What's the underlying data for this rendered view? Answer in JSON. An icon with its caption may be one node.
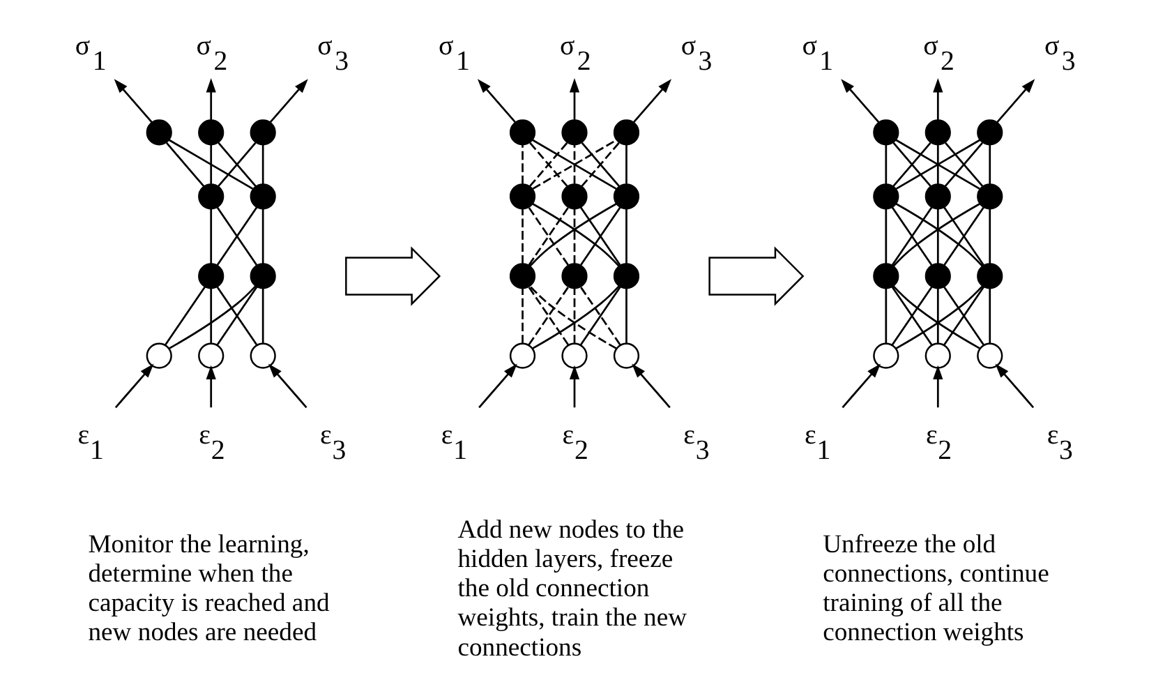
{
  "diagram": {
    "nodes": [
      {
        "text": [
          "σ$_{1}$"
        ]
      },
      {
        "text": [
          "σ$_{2}$"
        ]
      },
      {
        "text": [
          "σ$_{3}$"
        ]
      },
      {
        "text": [],
        "shape": "circle"
      },
      {
        "text": [],
        "shape": "circle"
      },
      {
        "text": [],
        "shape": "circle"
      },
      {
        "text": [],
        "shape": "circle"
      },
      {
        "text": [],
        "shape": "circle"
      },
      {
        "text": [],
        "shape": "circle"
      },
      {
        "text": [],
        "shape": "circle"
      },
      {
        "text": [],
        "shape": "circle"
      },
      {
        "text": [],
        "shape": "circle"
      },
      {
        "text": [],
        "shape": "circle"
      },
      {
        "text": [
          "ε$_{1}$"
        ]
      },
      {
        "text": [
          "ε$_{2}$"
        ]
      },
      {
        "text": [
          "ε$_{3}$"
        ]
      },
      {
        "text": [
          "σ$_{1}$"
        ]
      },
      {
        "text": [
          "σ$_{2}$"
        ]
      },
      {
        "text": [
          "σ$_{3}$"
        ]
      },
      {
        "text": [],
        "shape": "circle"
      },
      {
        "text": [],
        "shape": "circle"
      },
      {
        "text": [],
        "shape": "circle"
      },
      {
        "text": [],
        "shape": "circle"
      },
      {
        "text": [],
        "shape": "circle"
      },
      {
        "text": [],
        "shape": "circle"
      },
      {
        "text": [],
        "shape": "circle"
      },
      {
        "text": [],
        "shape": "circle"
      },
      {
        "text": [],
        "shape": "circle"
      },
      {
        "text": [],
        "shape": "circle"
      },
      {
        "text": [],
        "shape": "circle"
      },
      {
        "text": [],
        "shape": "circle"
      },
      {
        "text": [
          "ε$_{1}$"
        ]
      },
      {
        "text": [
          "ε$_{2}$"
        ]
      },
      {
        "text": [
          "ε$_{3}$"
        ]
      },
      {
        "text": [
          "σ$_{1}$"
        ]
      },
      {
        "text": [
          "σ$_{2}$"
        ]
      },
      {
        "text": [
          "σ$_{3}$"
        ]
      },
      {
        "text": [],
        "shape": "circle"
      },
      {
        "text": [],
        "shape": "circle"
      },
      {
        "text": [],
        "shape": "circle"
      },
      {
        "text": [],
        "shape": "circle"
      },
      {
        "text": [],
        "shape": "circle"
      },
      {
        "text": [],
        "shape": "circle"
      },
      {
        "text": [],
        "shape": "circle"
      },
      {
        "text": [],
        "shape": "circle"
      },
      {
        "text": [],
        "shape": "circle"
      },
      {
        "text": [],
        "shape": "circle"
      },
      {
        "text": [],
        "shape": "circle"
      },
      {
        "text": [],
        "shape": "circle"
      },
      {
        "text": [
          "ε$_{1}$"
        ]
      },
      {
        "text": [
          "ε$_{2}$"
        ]
      },
      {
        "text": [
          "ε$_{3}$"
        ]
      },
      {
        "text": [],
        "shape": "arrow"
      },
      {
        "text": [],
        "shape": "arrow"
      }
    ],
    "edges": [
      {
        "from": 13,
        "to": 10,
        "arrow": "to"
      },
      {
        "from": 14,
        "to": 11,
        "arrow": "to"
      },
      {
        "from": 15,
        "to": 12,
        "arrow": "to"
      },
      {
        "from": 10,
        "to": 8,
        "arrow": "none"
      },
      {
        "from": 10,
        "to": 9,
        "arrow": "none"
      },
      {
        "from": 11,
        "to": 8,
        "arrow": "none"
      },
      {
        "from": 11,
        "to": 9,
        "arrow": "none"
      },
      {
        "from": 12,
        "to": 8,
        "arrow": "none"
      },
      {
        "from": 12,
        "to": 9,
        "arrow": "none"
      },
      {
        "from": 8,
        "to": 6,
        "arrow": "none"
      },
      {
        "from": 8,
        "to": 7,
        "arrow": "none"
      },
      {
        "from": 9,
        "to": 6,
        "arrow": "none"
      },
      {
        "from": 9,
        "to": 7,
        "arrow": "none"
      },
      {
        "from": 6,
        "to": 3,
        "arrow": "none"
      },
      {
        "from": 6,
        "to": 4,
        "arrow": "none"
      },
      {
        "from": 6,
        "to": 5,
        "arrow": "none"
      },
      {
        "from": 7,
        "to": 3,
        "arrow": "none"
      },
      {
        "from": 7,
        "to": 4,
        "arrow": "none"
      },
      {
        "from": 7,
        "to": 5,
        "arrow": "none"
      },
      {
        "from": 3,
        "to": 0,
        "arrow": "to"
      },
      {
        "from": 4,
        "to": 1,
        "arrow": "to"
      },
      {
        "from": 5,
        "to": 2,
        "arrow": "to"
      },
      {
        "from": 31,
        "to": 28,
        "arrow": "to"
      },
      {
        "from": 32,
        "to": 29,
        "arrow": "to"
      },
      {
        "from": 33,
        "to": 30,
        "arrow": "to"
      },
      {
        "from": 28,
        "to": 25,
        "arrow": "none",
        "style": "dashed"
      },
      {
        "from": 28,
        "to": 26,
        "arrow": "none",
        "style": "dashed"
      },
      {
        "from": 28,
        "to": 27,
        "arrow": "none"
      },
      {
        "from": 29,
        "to": 25,
        "arrow": "none",
        "style": "dashed"
      },
      {
        "from": 29,
        "to": 26,
        "arrow": "none",
        "style": "dashed"
      },
      {
        "from": 29,
        "to": 27,
        "arrow": "none"
      },
      {
        "from": 30,
        "to": 25,
        "arrow": "none",
        "style": "dashed"
      },
      {
        "from": 30,
        "to": 26,
        "arrow": "none",
        "style": "dashed"
      },
      {
        "from": 30,
        "to": 27,
        "arrow": "none"
      },
      {
        "from": 25,
        "to": 22,
        "arrow": "none",
        "style": "dashed"
      },
      {
        "from": 25,
        "to": 23,
        "arrow": "none",
        "style": "dashed"
      },
      {
        "from": 25,
        "to": 24,
        "arrow": "none"
      },
      {
        "from": 26,
        "to": 22,
        "arrow": "none",
        "style": "dashed"
      },
      {
        "from": 26,
        "to": 23,
        "arrow": "none",
        "style": "dashed"
      },
      {
        "from": 26,
        "to": 24,
        "arrow": "none"
      },
      {
        "from": 27,
        "to": 22,
        "arrow": "none"
      },
      {
        "from": 27,
        "to": 23,
        "arrow": "none"
      },
      {
        "from": 27,
        "to": 24,
        "arrow": "none"
      },
      {
        "from": 22,
        "to": 19,
        "arrow": "none",
        "style": "dashed"
      },
      {
        "from": 22,
        "to": 20,
        "arrow": "none",
        "style": "dashed"
      },
      {
        "from": 22,
        "to": 21,
        "arrow": "none",
        "style": "dashed"
      },
      {
        "from": 23,
        "to": 19,
        "arrow": "none",
        "style": "dashed"
      },
      {
        "from": 23,
        "to": 20,
        "arrow": "none",
        "style": "dashed"
      },
      {
        "from": 23,
        "to": 21,
        "arrow": "none",
        "style": "dashed"
      },
      {
        "from": 24,
        "to": 19,
        "arrow": "none"
      },
      {
        "from": 24,
        "to": 20,
        "arrow": "none"
      },
      {
        "from": 24,
        "to": 21,
        "arrow": "none"
      },
      {
        "from": 19,
        "to": 16,
        "arrow": "to"
      },
      {
        "from": 20,
        "to": 17,
        "arrow": "to"
      },
      {
        "from": 21,
        "to": 18,
        "arrow": "to"
      },
      {
        "from": 49,
        "to": 46,
        "arrow": "to"
      },
      {
        "from": 50,
        "to": 47,
        "arrow": "to"
      },
      {
        "from": 51,
        "to": 48,
        "arrow": "to"
      },
      {
        "from": 46,
        "to": 43,
        "arrow": "none"
      },
      {
        "from": 46,
        "to": 44,
        "arrow": "none"
      },
      {
        "from": 46,
        "to": 45,
        "arrow": "none"
      },
      {
        "from": 47,
        "to": 43,
        "arrow": "none"
      },
      {
        "from": 47,
        "to": 44,
        "arrow": "none"
      },
      {
        "from": 47,
        "to": 45,
        "arrow": "none"
      },
      {
        "from": 48,
        "to": 43,
        "arrow": "none"
      },
      {
        "from": 48,
        "to": 44,
        "arrow": "none"
      },
      {
        "from": 48,
        "to": 45,
        "arrow": "none"
      },
      {
        "from": 43,
        "to": 40,
        "arrow": "none"
      },
      {
        "from": 43,
        "to": 41,
        "arrow": "none"
      },
      {
        "from": 43,
        "to": 42,
        "arrow": "none"
      },
      {
        "from": 44,
        "to": 40,
        "arrow": "none"
      },
      {
        "from": 44,
        "to": 41,
        "arrow": "none"
      },
      {
        "from": 44,
        "to": 42,
        "arrow": "none"
      },
      {
        "from": 45,
        "to": 40,
        "arrow": "none"
      },
      {
        "from": 45,
        "to": 41,
        "arrow": "none"
      },
      {
        "from": 45,
        "to": 42,
        "arrow": "none"
      },
      {
        "from": 40,
        "to": 37,
        "arrow": "none"
      },
      {
        "from": 40,
        "to": 38,
        "arrow": "none"
      },
      {
        "from": 40,
        "to": 39,
        "arrow": "none"
      },
      {
        "from": 41,
        "to": 37,
        "arrow": "none"
      },
      {
        "from": 41,
        "to": 38,
        "arrow": "none"
      },
      {
        "from": 41,
        "to": 39,
        "arrow": "none"
      },
      {
        "from": 42,
        "to": 37,
        "arrow": "none"
      },
      {
        "from": 42,
        "to": 38,
        "arrow": "none"
      },
      {
        "from": 42,
        "to": 39,
        "arrow": "none"
      },
      {
        "from": 37,
        "to": 34,
        "arrow": "to"
      },
      {
        "from": 38,
        "to": 35,
        "arrow": "to"
      },
      {
        "from": 39,
        "to": 36,
        "arrow": "to"
      }
    ],
    "labels": [
      "Monitor the learning, determine when the capacity is reached and new nodes are needed",
      "Add new nodes to the hidden layers, freeze the old connection weights, train the new connections",
      "Unfreeze the old connections, continue training of all the connection weights"
    ]
  }
}
